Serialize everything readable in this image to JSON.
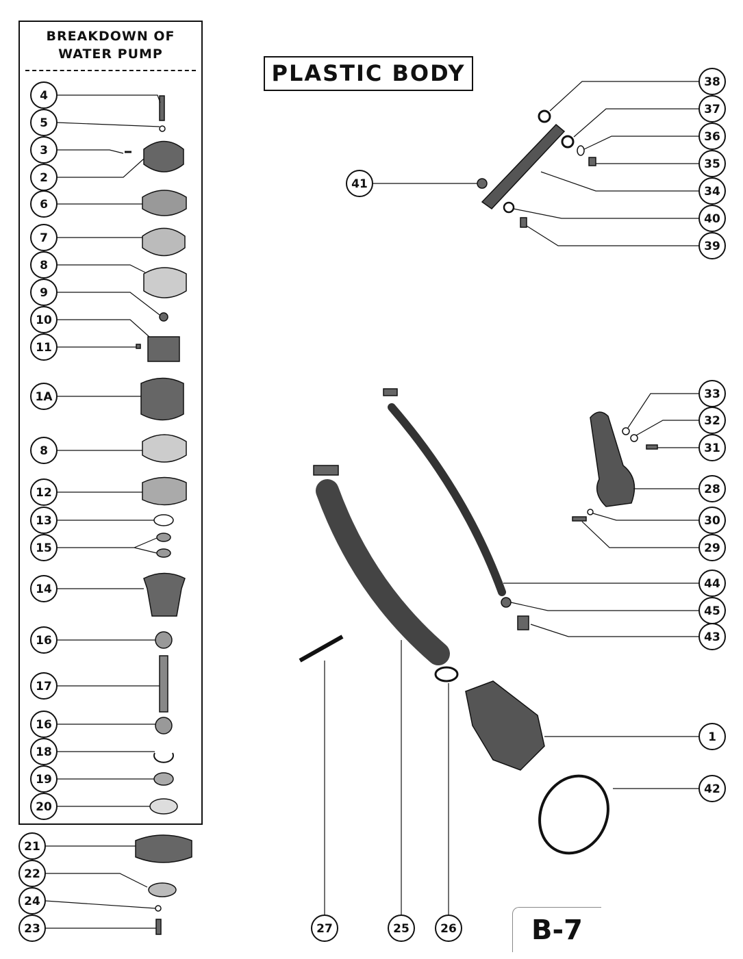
{
  "breakdown_title": [
    "BREAKDOWN OF",
    "WATER PUMP"
  ],
  "section_title": "PLASTIC BODY",
  "page_code": "B-7",
  "callouts": [
    {
      "label": "4"
    },
    {
      "label": "5"
    },
    {
      "label": "3"
    },
    {
      "label": "2"
    },
    {
      "label": "6"
    },
    {
      "label": "7"
    },
    {
      "label": "8"
    },
    {
      "label": "9"
    },
    {
      "label": "10"
    },
    {
      "label": "11"
    },
    {
      "label": "1A"
    },
    {
      "label": "8"
    },
    {
      "label": "12"
    },
    {
      "label": "13"
    },
    {
      "label": "15"
    },
    {
      "label": "14"
    },
    {
      "label": "16"
    },
    {
      "label": "17"
    },
    {
      "label": "16"
    },
    {
      "label": "18"
    },
    {
      "label": "19"
    },
    {
      "label": "20"
    },
    {
      "label": "21"
    },
    {
      "label": "22"
    },
    {
      "label": "24"
    },
    {
      "label": "23"
    },
    {
      "label": "38"
    },
    {
      "label": "37"
    },
    {
      "label": "36"
    },
    {
      "label": "35"
    },
    {
      "label": "41"
    },
    {
      "label": "34"
    },
    {
      "label": "40"
    },
    {
      "label": "39"
    },
    {
      "label": "33"
    },
    {
      "label": "32"
    },
    {
      "label": "31"
    },
    {
      "label": "28"
    },
    {
      "label": "30"
    },
    {
      "label": "29"
    },
    {
      "label": "44"
    },
    {
      "label": "45"
    },
    {
      "label": "43"
    },
    {
      "label": "1"
    },
    {
      "label": "42"
    },
    {
      "label": "27"
    },
    {
      "label": "25"
    },
    {
      "label": "26"
    }
  ]
}
